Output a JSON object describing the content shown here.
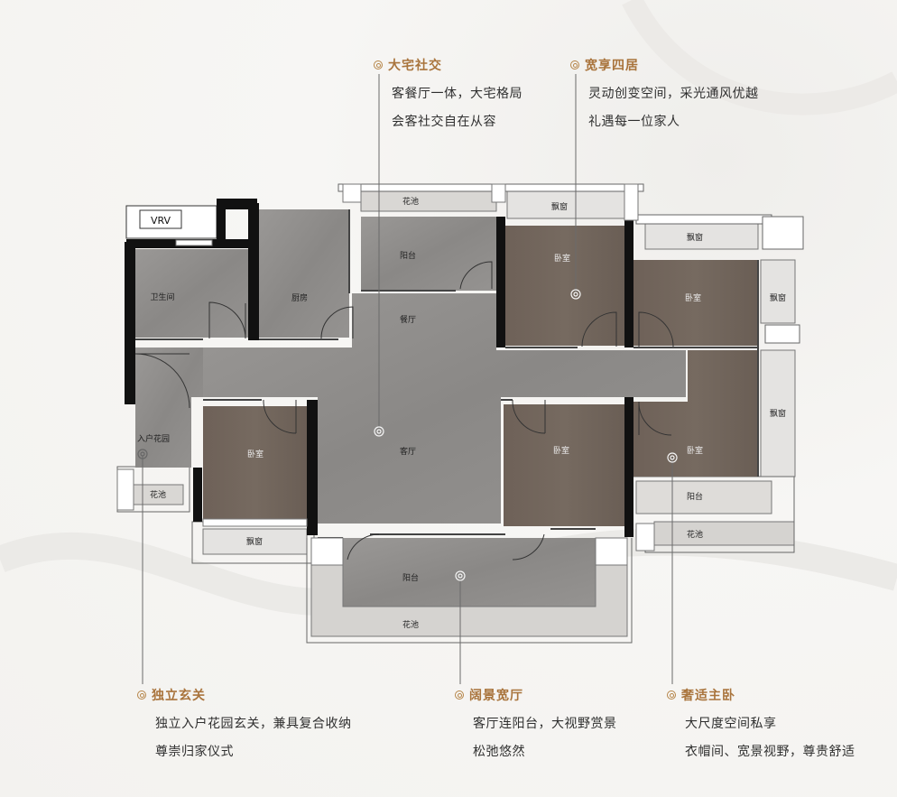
{
  "callouts": {
    "dazhai": {
      "title": "大宅社交",
      "line1": "客餐厅一体，大宅格局",
      "line2": "会客社交自在从容"
    },
    "kuanxiang": {
      "title": "宽享四居",
      "line1": "灵动创变空间，采光通风优越",
      "line2": "礼遇每一位家人"
    },
    "duli": {
      "title": "独立玄关",
      "line1": "独立入户花园玄关，兼具复合收纳",
      "line2": "尊崇归家仪式"
    },
    "kuoj": {
      "title": "阔景宽厅",
      "line1": "客厅连阳台，大视野赏景",
      "line2": "松弛悠然"
    },
    "sheshi": {
      "title": "奢适主卧",
      "line1": "大尺度空间私享",
      "line2": "衣帽间、宽景视野，尊贵舒适"
    }
  },
  "rooms": {
    "vrv": "VRV",
    "bathroom": "卫生间",
    "kitchen": "厨房",
    "balcony_top": "阳台",
    "planter_top": "花池",
    "bay_window_top": "飘窗",
    "bedroom_top_center": "卧室",
    "bay_window_top_right": "飘窗",
    "bedroom_top_right": "卧室",
    "bay_window_right_small": "飘窗",
    "dining": "餐厅",
    "living": "客厅",
    "entry_garden": "入户花园",
    "planter_left": "花池",
    "bedroom_left": "卧室",
    "bay_window_left": "飘窗",
    "bedroom_bottom_center": "卧室",
    "master_bedroom": "卧室",
    "bay_window_right_tall": "飘窗",
    "balcony_right": "阳台",
    "planter_right": "花池",
    "balcony_bottom": "阳台",
    "planter_bottom": "花池"
  },
  "colors": {
    "accent": "#a9743c",
    "wood": "#6f6257",
    "stone": "#8e8c8a",
    "wall": "#111111"
  }
}
